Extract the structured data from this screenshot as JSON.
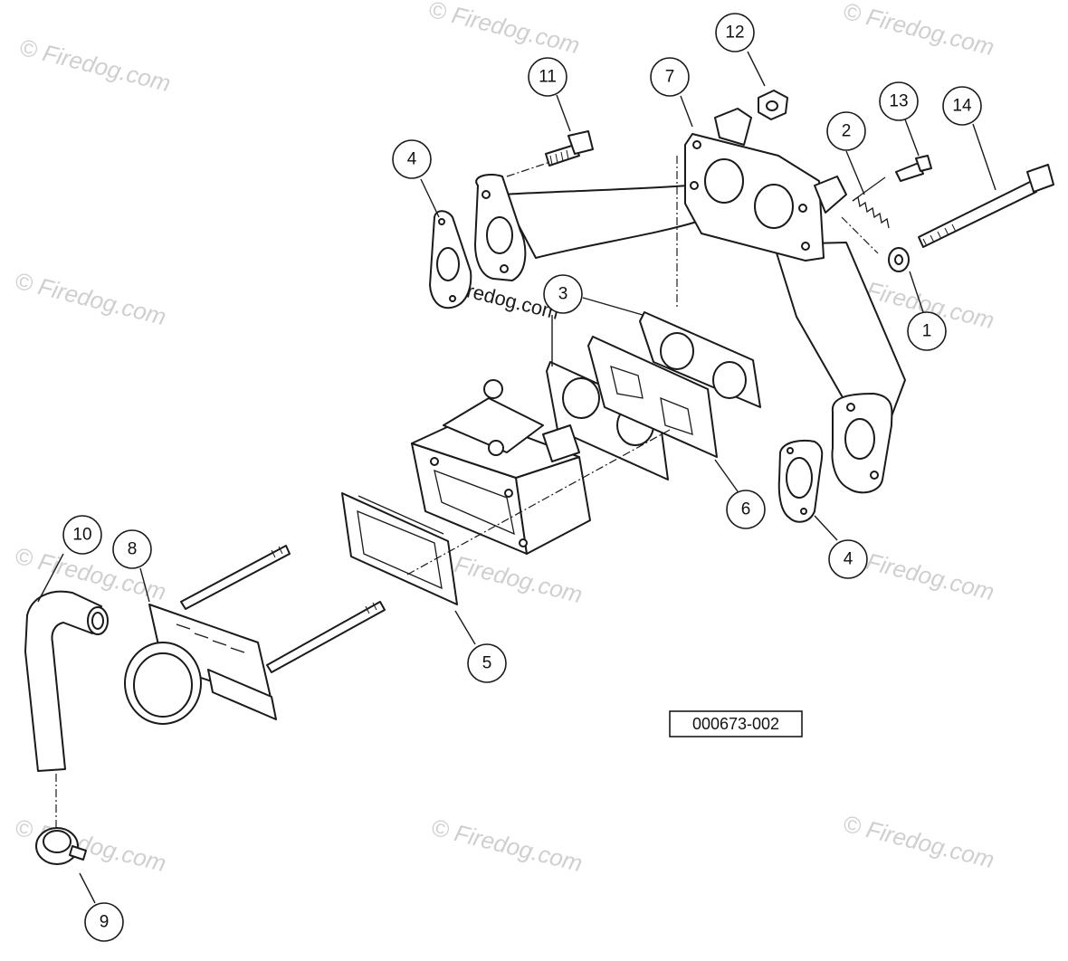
{
  "watermark": {
    "text": "© Firedog.com",
    "dark_text": "© Firedog.com"
  },
  "diagram_code": "000673-002",
  "callouts": [
    {
      "id": "c1",
      "number": "1"
    },
    {
      "id": "c2",
      "number": "2"
    },
    {
      "id": "c3",
      "number": "3"
    },
    {
      "id": "c4a",
      "number": "4"
    },
    {
      "id": "c4b",
      "number": "4"
    },
    {
      "id": "c5",
      "number": "5"
    },
    {
      "id": "c6",
      "number": "6"
    },
    {
      "id": "c7",
      "number": "7"
    },
    {
      "id": "c8",
      "number": "8"
    },
    {
      "id": "c9",
      "number": "9"
    },
    {
      "id": "c10",
      "number": "10"
    },
    {
      "id": "c11",
      "number": "11"
    },
    {
      "id": "c12",
      "number": "12"
    },
    {
      "id": "c13",
      "number": "13"
    },
    {
      "id": "c14",
      "number": "14"
    }
  ]
}
